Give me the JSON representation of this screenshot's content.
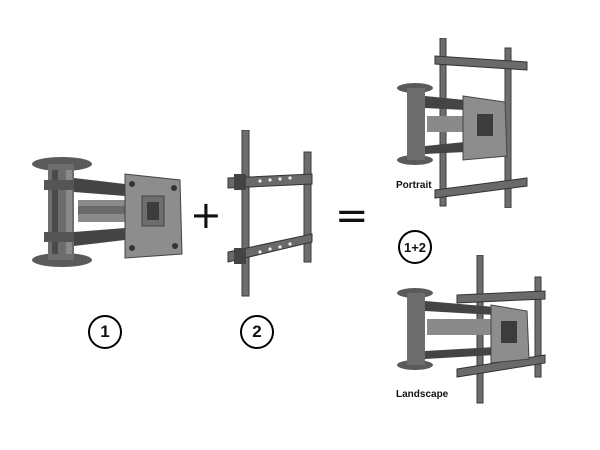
{
  "badges": {
    "one": "1",
    "two": "2",
    "combo": "1+2"
  },
  "captions": {
    "portrait": "Portrait",
    "landscape": "Landscape"
  },
  "symbols": {
    "plus": "+",
    "equals": "="
  },
  "colors": {
    "metal_dark": "#4a4a4a",
    "metal_mid": "#6d6d6d",
    "metal_light": "#9a9a9a",
    "ink": "#111111"
  }
}
